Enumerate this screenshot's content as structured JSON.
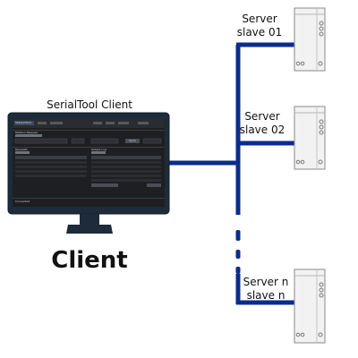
{
  "diagram": {
    "client": {
      "title": "SerialTool Client",
      "caption": "Client",
      "screen": {
        "app_name": "SERIALTOOL",
        "section_modbus": "Modbus Request",
        "section_requests": "Requests",
        "section_log": "Output Log",
        "button_send": "Send",
        "status": "Connected"
      }
    },
    "servers": [
      {
        "line1": "Server",
        "line2": "slave 01"
      },
      {
        "line1": "Server",
        "line2": "slave 02"
      },
      {
        "line1": "Server n",
        "line2": "slave n"
      }
    ],
    "colors": {
      "bus": "#0a2c8c",
      "monitor_frame": "#1d2b3a",
      "server_body": "#f2f2f2",
      "server_outline": "#8a8a8a"
    }
  }
}
